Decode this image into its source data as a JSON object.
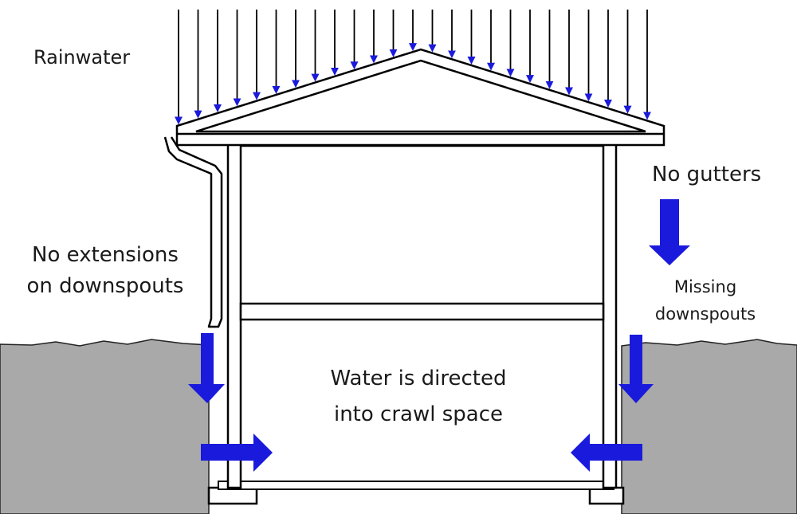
{
  "labels": {
    "rainwater": "Rainwater",
    "no_gutters": "No gutters",
    "no_extensions_line1": "No extensions",
    "no_extensions_line2": "on downspouts",
    "missing_downspouts_line1": "Missing",
    "missing_downspouts_line2": "downspouts",
    "water_directed_line1": "Water is directed",
    "water_directed_line2": "into crawl space"
  },
  "colors": {
    "arrow_blue": "#1a1adc",
    "ground_gray": "#a9a9a9",
    "outline": "#000000",
    "background": "#ffffff"
  }
}
